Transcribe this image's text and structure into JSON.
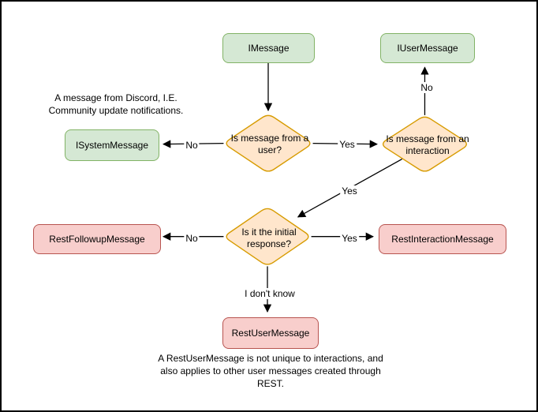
{
  "canvas": {
    "background": "#ffffff",
    "border_color": "#000000"
  },
  "colors": {
    "class_green_fill": "#d5e8d4",
    "class_green_stroke": "#82b366",
    "decision_fill": "#ffe6cc",
    "decision_stroke": "#d79b00",
    "class_red_fill": "#f8cecc",
    "class_red_stroke": "#b85450",
    "connector": "#000000"
  },
  "nodes": {
    "imessage": {
      "label": "IMessage"
    },
    "iusermessage": {
      "label": "IUserMessage"
    },
    "isystemmessage": {
      "label": "ISystemMessage"
    },
    "decision_user": {
      "label": "Is message from a user?"
    },
    "decision_interaction": {
      "label": "Is message from an interaction"
    },
    "decision_initial": {
      "label": "Is it the initial response?"
    },
    "restfollowupmessage": {
      "label": "RestFollowupMessage"
    },
    "restinteractionmessage": {
      "label": "RestInteractionMessage"
    },
    "restusermessage": {
      "label": "RestUserMessage"
    }
  },
  "edge_labels": {
    "user_no": "No",
    "user_yes": "Yes",
    "interaction_no": "No",
    "interaction_yes": "Yes",
    "initial_no": "No",
    "initial_yes": "Yes",
    "initial_unknown": "I don't know"
  },
  "annotations": {
    "system_message_note": "A message from Discord, I.E. Community update notifications.",
    "rest_user_message_note": "A RestUserMessage is not unique to interactions, and also applies to other user messages created through REST."
  }
}
